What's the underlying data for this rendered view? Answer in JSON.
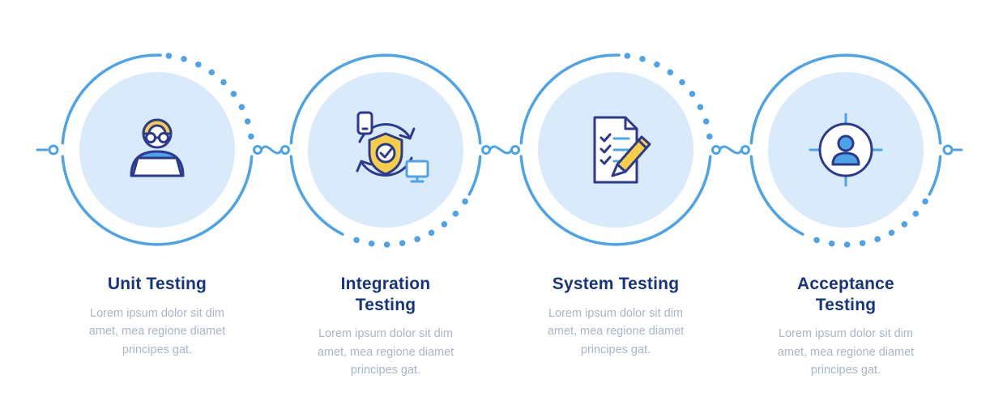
{
  "colors": {
    "accent_blue": "#4DA3E8",
    "circle_fill": "#D9EAFB",
    "title_navy": "#16357F",
    "description_gray": "#A9B5C9",
    "icon_yellow": "#F8CE47",
    "icon_outline": "#2B3A8F"
  },
  "steps": [
    {
      "title": "Unit Testing",
      "description": "Lorem ipsum dolor sit dim amet, mea regione diamet principes gat.",
      "icon": "developer-at-laptop-icon"
    },
    {
      "title": "Integration Testing",
      "description": "Lorem ipsum dolor sit dim amet, mea regione diamet principes gat.",
      "icon": "shield-check-sync-devices-icon"
    },
    {
      "title": "System Testing",
      "description": "Lorem ipsum dolor sit dim amet, mea regione diamet principes gat.",
      "icon": "checklist-document-pencil-icon"
    },
    {
      "title": "Acceptance Testing",
      "description": "Lorem ipsum dolor sit dim amet, mea regione diamet principes gat.",
      "icon": "user-target-icon"
    }
  ]
}
